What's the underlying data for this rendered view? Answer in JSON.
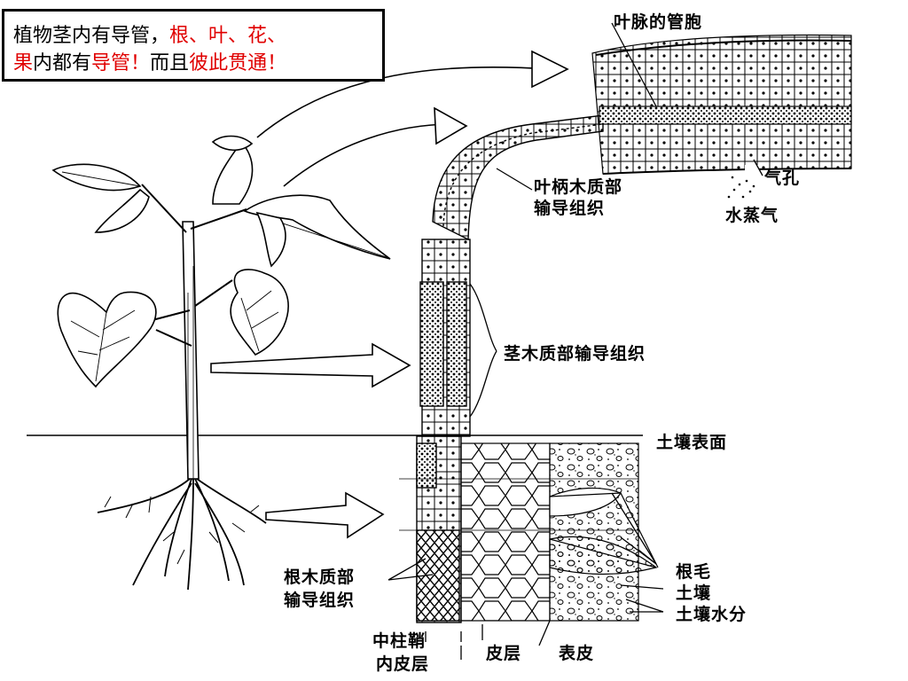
{
  "caption": {
    "part1": "植物茎内有导管，",
    "part2": "根、叶、花、",
    "part3": "果",
    "part4": "内都有",
    "part5": "导管！",
    "part6": "而且",
    "part7": "彼此贯通！"
  },
  "labels": {
    "leaf_vein": "叶脉的管胞",
    "stomata": "气孔",
    "petiole_line1": "叶柄木质部",
    "petiole_line2": "输导组织",
    "vapor": "水蒸气",
    "stem_xylem": "茎木质部输导组织",
    "soil_surface": "土壤表面",
    "root_hair": "根毛",
    "soil": "土壤",
    "soil_water": "土壤水分",
    "root_xylem_line1": "根木质部",
    "root_xylem_line2": "输导组织",
    "pericycle": "中柱鞘",
    "endodermis": "内皮层",
    "cortex": "皮层",
    "epidermis": "表皮"
  },
  "colors": {
    "accent": "#e00000",
    "ink": "#000000"
  }
}
